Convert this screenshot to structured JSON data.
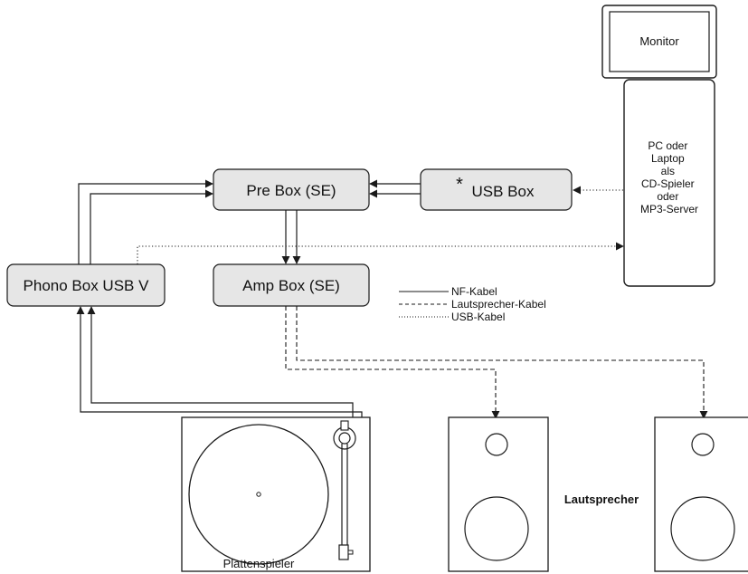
{
  "components": {
    "monitor": "Monitor",
    "pc_lines": [
      "PC oder",
      "Laptop",
      "als",
      "CD-Spieler",
      "oder",
      "MP3-Server"
    ],
    "pre_box": "Pre Box (SE)",
    "usb_box_marker": "*",
    "usb_box": "USB Box",
    "phono_box": "Phono Box USB V",
    "amp_box": "Amp Box (SE)",
    "turntable": "Plattenspieler",
    "speakers": "Lautsprecher"
  },
  "legend": {
    "items": [
      {
        "style": "solid",
        "label": "NF-Kabel"
      },
      {
        "style": "dashed",
        "label": "Lautsprecher-Kabel"
      },
      {
        "style": "dotted",
        "label": "USB-Kabel"
      }
    ]
  },
  "colors": {
    "box_fill": "#e6e6e6",
    "stroke": "#1a1a1a",
    "background": "#ffffff"
  }
}
